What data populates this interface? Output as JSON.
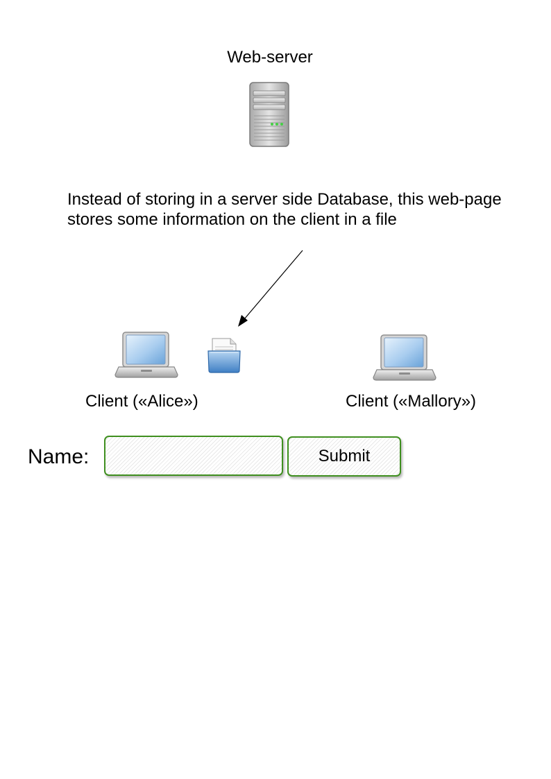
{
  "diagram": {
    "server": {
      "title": "Web-server",
      "icon": "server-icon"
    },
    "note": "Instead of storing in a server side Database, this web-page stores some information on the client in a file",
    "clients": [
      {
        "label": "Client («Alice»)",
        "icon": "laptop-icon"
      },
      {
        "label": "Client («Mallory»)",
        "icon": "laptop-icon"
      }
    ],
    "file_icon": "document-folder-icon"
  },
  "form": {
    "name_label": "Name:",
    "name_value": "",
    "submit_label": "Submit",
    "accent_color": "#3f8f1f"
  }
}
